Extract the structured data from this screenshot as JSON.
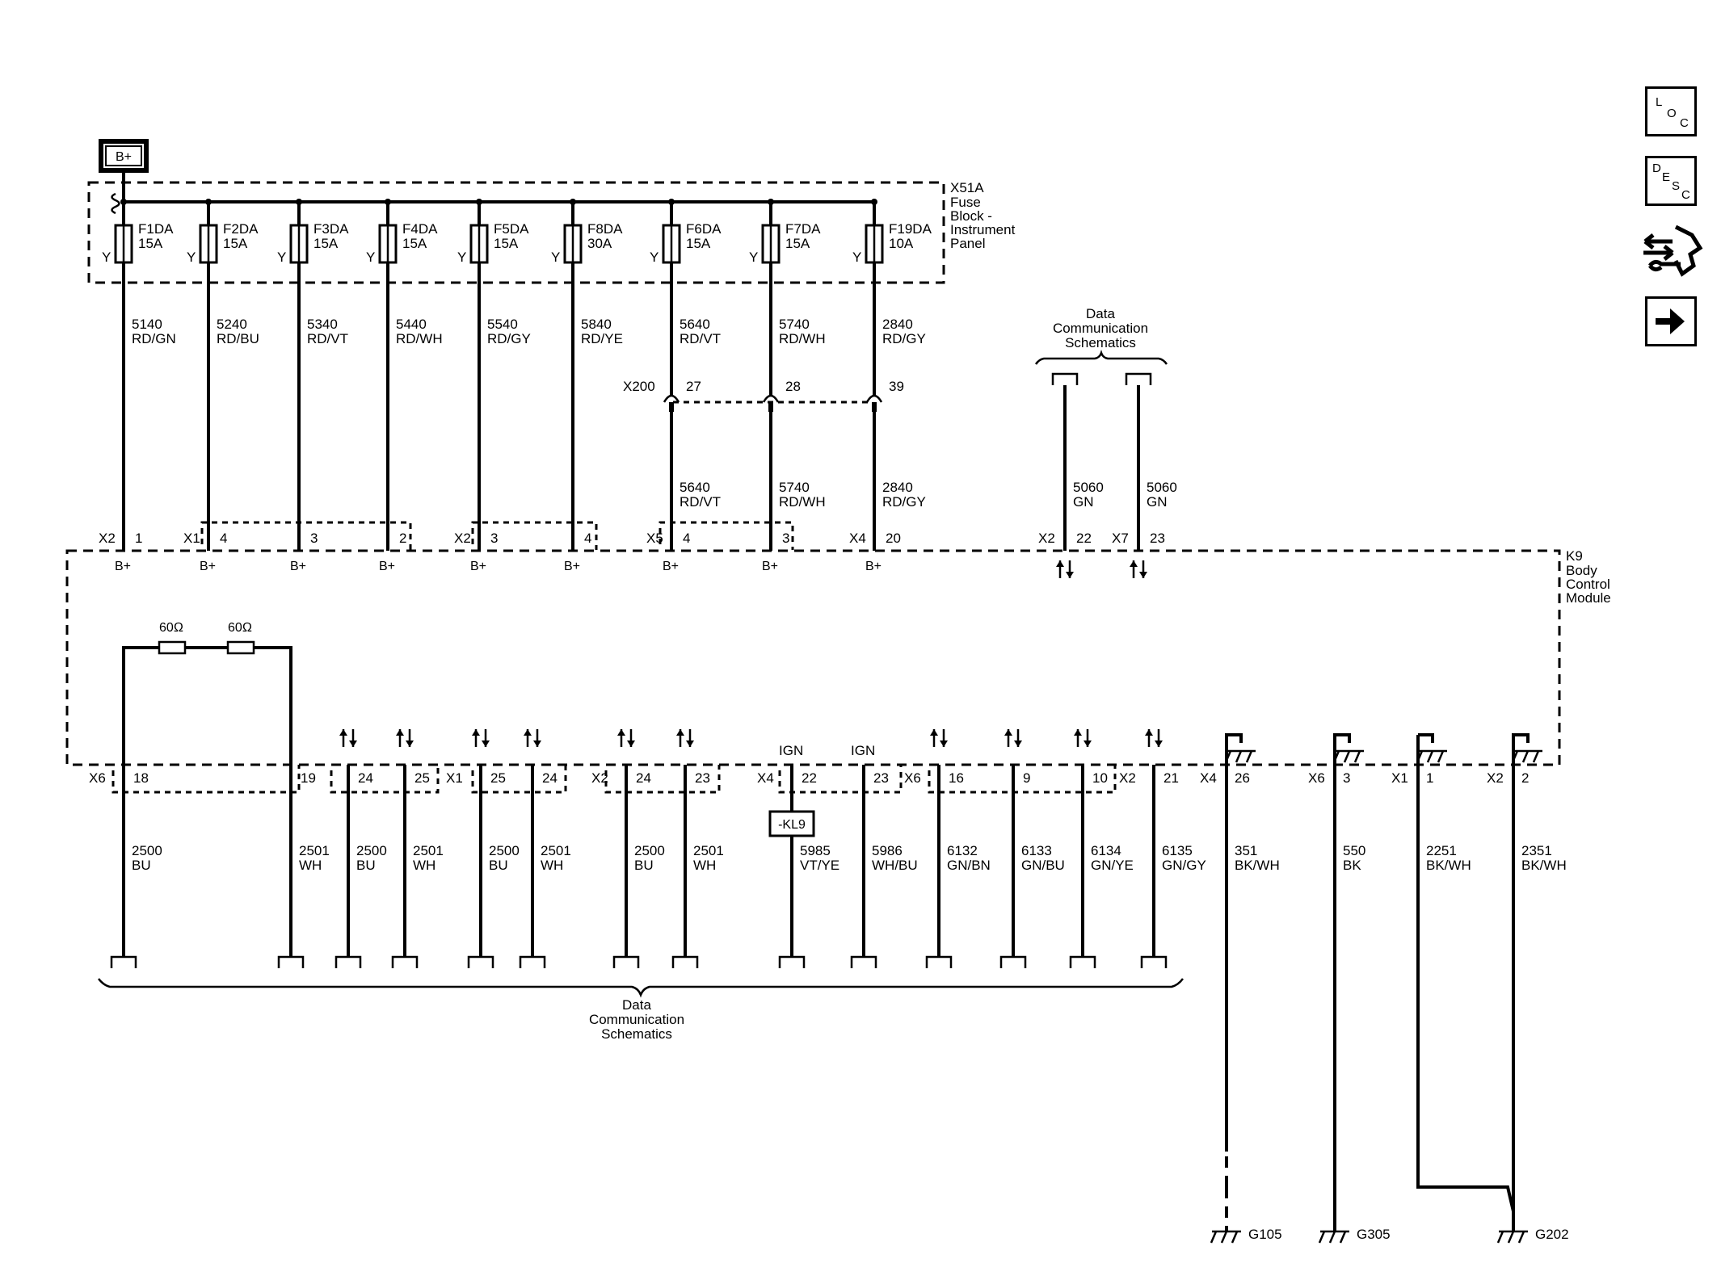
{
  "battery": "B+",
  "fuse_block": {
    "id": "X51A",
    "name": [
      "Fuse",
      "Block -",
      "Instrument",
      "Panel"
    ]
  },
  "fuses": [
    {
      "id": "F1DA",
      "rating": "15A",
      "wire": "5140",
      "color": "RD/GN",
      "conn": "X2",
      "pin": "1"
    },
    {
      "id": "F2DA",
      "rating": "15A",
      "wire": "5240",
      "color": "RD/BU",
      "conn": "X1",
      "pin": "4"
    },
    {
      "id": "F3DA",
      "rating": "15A",
      "wire": "5340",
      "color": "RD/VT",
      "conn": "",
      "pin": "3"
    },
    {
      "id": "F4DA",
      "rating": "15A",
      "wire": "5440",
      "color": "RD/WH",
      "conn": "",
      "pin": "2"
    },
    {
      "id": "F5DA",
      "rating": "15A",
      "wire": "5540",
      "color": "RD/GY",
      "conn": "X2",
      "pin": "3"
    },
    {
      "id": "F8DA",
      "rating": "30A",
      "wire": "5840",
      "color": "RD/YE",
      "conn": "",
      "pin": "4"
    },
    {
      "id": "F6DA",
      "rating": "15A",
      "wire": "5640",
      "color": "RD/VT",
      "conn": "X5",
      "pin": "4",
      "inline_pin": "27"
    },
    {
      "id": "F7DA",
      "rating": "15A",
      "wire": "5740",
      "color": "RD/WH",
      "conn": "",
      "pin": "3",
      "inline_pin": "28"
    },
    {
      "id": "F19DA",
      "rating": "10A",
      "wire": "2840",
      "color": "RD/GY",
      "conn": "X4",
      "pin": "20",
      "inline_pin": "39"
    }
  ],
  "fuse_input_label": "Y",
  "module_input_label": "B+",
  "inline_connector": "X200",
  "module": {
    "id": "K9",
    "name": [
      "Body",
      "Control",
      "Module"
    ]
  },
  "top_data_comm": {
    "label": [
      "Data",
      "Communication",
      "Schematics"
    ],
    "wires": [
      {
        "conn": "X2",
        "pin": "22",
        "wire": "5060",
        "color": "GN"
      },
      {
        "conn": "X7",
        "pin": "23",
        "wire": "5060",
        "color": "GN"
      }
    ]
  },
  "resistors": [
    "60Ω",
    "60Ω"
  ],
  "bottom_wires": [
    {
      "conn": "X6",
      "pin": "18",
      "wire": "2500",
      "color": "BU"
    },
    {
      "conn": "",
      "pin": "19",
      "wire": "2501",
      "color": "WH"
    },
    {
      "conn": "",
      "pin": "24",
      "wire": "2500",
      "color": "BU"
    },
    {
      "conn": "",
      "pin": "25",
      "wire": "2501",
      "color": "WH"
    },
    {
      "conn": "X1",
      "pin": "25",
      "wire": "2500",
      "color": "BU"
    },
    {
      "conn": "",
      "pin": "24",
      "wire": "2501",
      "color": "WH"
    },
    {
      "conn": "X2",
      "pin": "24",
      "wire": "2500",
      "color": "BU"
    },
    {
      "conn": "",
      "pin": "23",
      "wire": "2501",
      "color": "WH"
    },
    {
      "conn": "X4",
      "pin": "22",
      "wire": "5985",
      "color": "VT/YE",
      "signal": "IGN",
      "tag": "-KL9"
    },
    {
      "conn": "",
      "pin": "23",
      "wire": "5986",
      "color": "WH/BU",
      "signal": "IGN"
    },
    {
      "conn": "X6",
      "pin": "16",
      "wire": "6132",
      "color": "GN/BN"
    },
    {
      "conn": "",
      "pin": "9",
      "wire": "6133",
      "color": "GN/BU"
    },
    {
      "conn": "",
      "pin": "10",
      "wire": "6134",
      "color": "GN/YE"
    },
    {
      "conn": "X2",
      "pin": "21",
      "wire": "6135",
      "color": "GN/GY"
    }
  ],
  "bottom_data_comm": [
    "Data",
    "Communication",
    "Schematics"
  ],
  "grounds": [
    {
      "conn": "X4",
      "pin": "26",
      "wire": "351",
      "color": "BK/WH",
      "ground": "G105"
    },
    {
      "conn": "X6",
      "pin": "3",
      "wire": "550",
      "color": "BK",
      "ground": "G305"
    },
    {
      "conn": "X1",
      "pin": "1",
      "wire": "2251",
      "color": "BK/WH",
      "ground": ""
    },
    {
      "conn": "X2",
      "pin": "2",
      "wire": "2351",
      "color": "BK/WH",
      "ground": "G202"
    }
  ],
  "nav": {
    "loc": [
      "L",
      "O",
      "C"
    ],
    "desc": [
      "D",
      "E",
      "S",
      "C"
    ],
    "icons": [
      "component-connector-icon",
      "next-arrow-icon"
    ]
  }
}
